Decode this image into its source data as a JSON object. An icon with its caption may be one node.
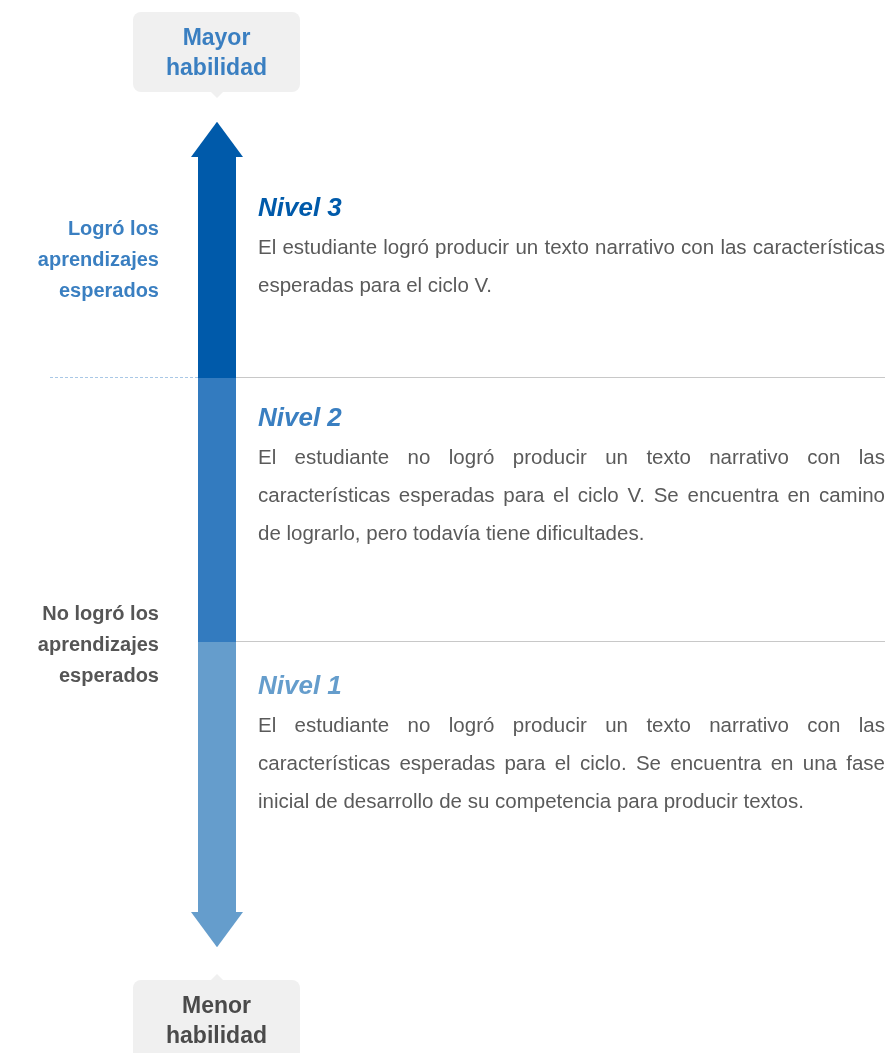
{
  "diagram": {
    "nodes": [
      {
        "text": [
          "Mayor habilidad"
        ]
      },
      {
        "text": [
          "Menor habilidad"
        ]
      },
      {
        "text": [
          "Nivel 3",
          "El estudiante logró producir un texto narrativo con las características esperadas para el ciclo V."
        ]
      },
      {
        "text": [
          "Nivel 2",
          "El estudiante no logró producir un texto narrativo con las características esperadas para el ciclo V. Se encuentra en camino de lograrlo, pero todavía tiene dificultades."
        ]
      },
      {
        "text": [
          "Nivel 1",
          "El estudiante no logró producir un texto narrativo con las características esperadas para el ciclo. Se encuentra en una fase inicial de desarrollo de su competencia para producir textos."
        ]
      }
    ],
    "edges": [
      {
        "from": 1,
        "to": 0,
        "arrow": "both"
      }
    ],
    "labels": [
      "Logró los aprendizajes esperados",
      "No logró los aprendizajes esperados"
    ]
  }
}
